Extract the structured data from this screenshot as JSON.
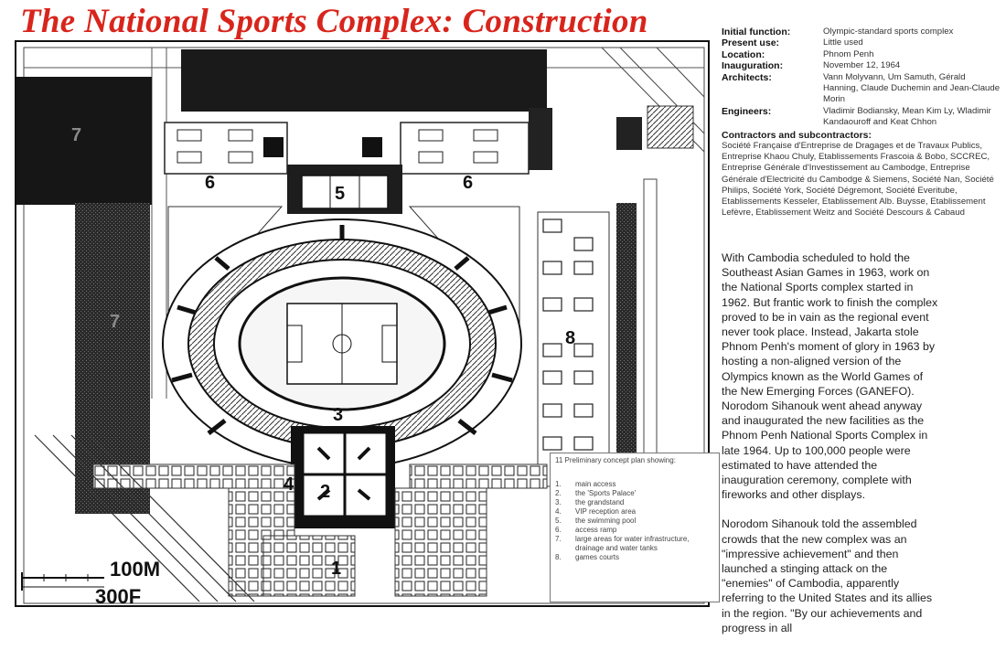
{
  "title": "The National Sports Complex: Construction",
  "facts": [
    {
      "label": "Initial function:",
      "value": "Olympic-standard sports complex"
    },
    {
      "label": "Present use:",
      "value": "Little used"
    },
    {
      "label": "Location:",
      "value": "Phnom Penh"
    },
    {
      "label": "Inauguration:",
      "value": "November 12, 1964"
    },
    {
      "label": "Architects:",
      "value": "Vann Molyvann, Um Samuth, Gérald Hanning, Claude Duchemin and Jean-Claude Morin"
    },
    {
      "label": "Engineers:",
      "value": "Vladimir Bodiansky, Mean Kim Ly, Wladimir Kandaouroff and Keat Chhon"
    }
  ],
  "contractors": {
    "label": "Contractors and subcontractors:",
    "value": "Société Française d'Entreprise de Dragages et de Travaux Publics, Entreprise Khaou Chuly, Etablissements Frascoia & Bobo, SCCREC, Entreprise Générale d'Investissement au Cambodge, Entreprise Générale d'Electricité du Cambodge & Siemens, Société Nan, Société Philips, Société York, Société Dégremont, Société Everitube, Etablissements Kesseler, Etablissement Alb. Buysse, Etablissement Lefèvre, Etablissement Weitz and Société Descours & Cabaud"
  },
  "body": [
    "With Cambodia scheduled to hold the Southeast Asian Games in 1963, work on the National Sports complex started in 1962. But frantic work to finish the complex proved to be in vain as the regional event never took place. Instead, Jakarta stole Phnom Penh's moment of glory in 1963 by hosting a non-aligned version of the Olympics known as the World Games of the New Emerging Forces (GANEFO). Norodom Sihanouk went ahead anyway and inaugurated the new facilities as the Phnom Penh National Sports Complex in late 1964. Up to 100,000 people were estimated to have attended the inauguration ceremony, complete with fireworks and other displays.",
    "Norodom Sihanouk told the assembled crowds that the new complex was an \"impressive achievement\" and then launched a stinging attack on the \"enemies\" of Cambodia, apparently referring to the United States and its allies in the region. \"By our achievements and progress in all"
  ],
  "caption": {
    "title": "11 Preliminary concept plan showing:",
    "items": [
      {
        "num": "1.",
        "text": "main access"
      },
      {
        "num": "2.",
        "text": "the 'Sports Palace'"
      },
      {
        "num": "3.",
        "text": "the grandstand"
      },
      {
        "num": "4.",
        "text": "VIP reception area"
      },
      {
        "num": "5.",
        "text": "the swimming pool"
      },
      {
        "num": "6.",
        "text": "access ramp"
      },
      {
        "num": "7.",
        "text": "large areas for water infrastructure, drainage and water tanks"
      },
      {
        "num": "8.",
        "text": "games courts"
      }
    ]
  },
  "plan": {
    "markers": [
      "1",
      "2",
      "3",
      "4",
      "5",
      "6",
      "6",
      "7",
      "7",
      "8"
    ],
    "scale_metric": "100M",
    "scale_imperial": "300F"
  }
}
